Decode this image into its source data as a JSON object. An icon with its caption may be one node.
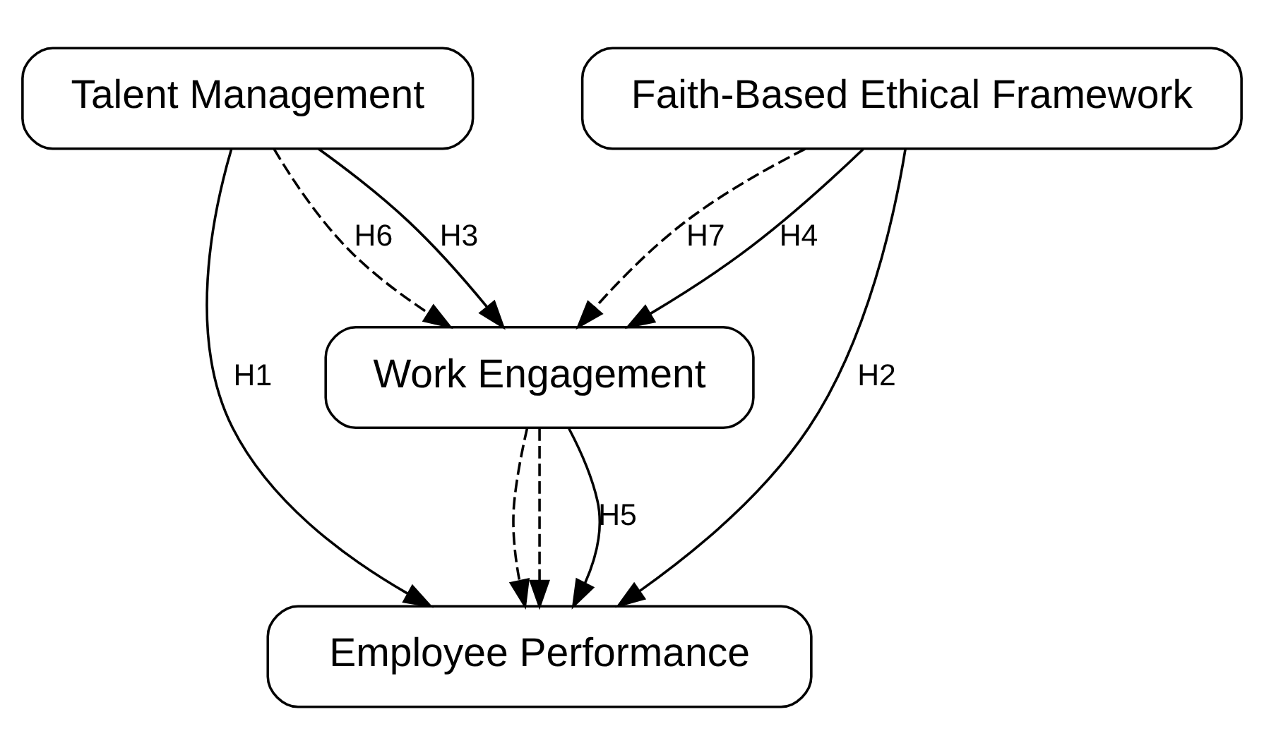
{
  "diagram": {
    "nodes": [
      {
        "text": [
          "Talent Management"
        ]
      },
      {
        "text": [
          "Faith-Based Ethical Framework"
        ]
      },
      {
        "text": [
          "Work Engagement"
        ]
      },
      {
        "text": [
          "Employee Performance"
        ]
      }
    ],
    "edges": [
      {
        "from": 0,
        "to": 2,
        "arrow": "to",
        "label": "H6",
        "style": "dashed"
      },
      {
        "from": 0,
        "to": 2,
        "arrow": "to",
        "label": "H3"
      },
      {
        "from": 0,
        "to": 3,
        "arrow": "to",
        "label": "H1"
      },
      {
        "from": 1,
        "to": 2,
        "arrow": "to",
        "label": "H7",
        "style": "dashed"
      },
      {
        "from": 1,
        "to": 2,
        "arrow": "to",
        "label": "H4"
      },
      {
        "from": 1,
        "to": 3,
        "arrow": "to",
        "label": "H2"
      },
      {
        "from": 2,
        "to": 3,
        "arrow": "to",
        "style": "dashed"
      },
      {
        "from": 2,
        "to": 3,
        "arrow": "to",
        "label": "H5"
      },
      {
        "from": 2,
        "to": 3,
        "arrow": "to",
        "style": "dashed"
      }
    ]
  }
}
